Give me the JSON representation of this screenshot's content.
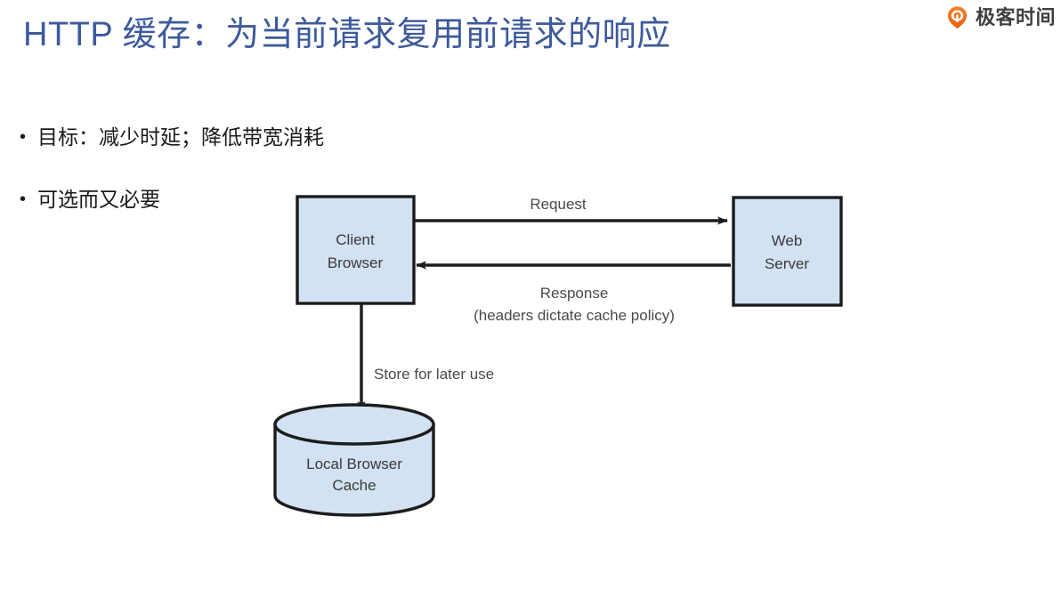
{
  "brand": {
    "icon": "geektime-pin-icon",
    "name": "极客时间",
    "icon_color": "#ef6c1a",
    "text_color": "#3f3f3f"
  },
  "slide": {
    "title": "HTTP 缓存：为当前请求复用前请求的响应",
    "title_color": "#3c5a9c",
    "bullet_marker": "•",
    "bullets": [
      {
        "text": "目标：减少时延；降低带宽消耗"
      },
      {
        "text": "可选而又必要"
      }
    ]
  },
  "diagram": {
    "type": "flow",
    "fill_color": "#d2e2f3",
    "stroke_color": "#1c1c1c",
    "nodes": [
      {
        "id": "client-browser",
        "shape": "rectangle",
        "label_line1": "Client",
        "label_line2": "Browser"
      },
      {
        "id": "web-server",
        "shape": "rectangle",
        "label_line1": "Web",
        "label_line2": "Server"
      },
      {
        "id": "local-browser-cache",
        "shape": "cylinder",
        "label_line1": "Local Browser",
        "label_line2": "Cache"
      }
    ],
    "edges": [
      {
        "id": "request-edge",
        "from": "client-browser",
        "to": "web-server",
        "label": "Request",
        "direction": "right"
      },
      {
        "id": "response-edge",
        "from": "web-server",
        "to": "client-browser",
        "label_line1": "Response",
        "label_line2": "(headers dictate cache policy)",
        "direction": "left"
      },
      {
        "id": "store-edge",
        "from": "client-browser",
        "to": "local-browser-cache",
        "label": "Store for later use",
        "direction": "down"
      }
    ]
  }
}
